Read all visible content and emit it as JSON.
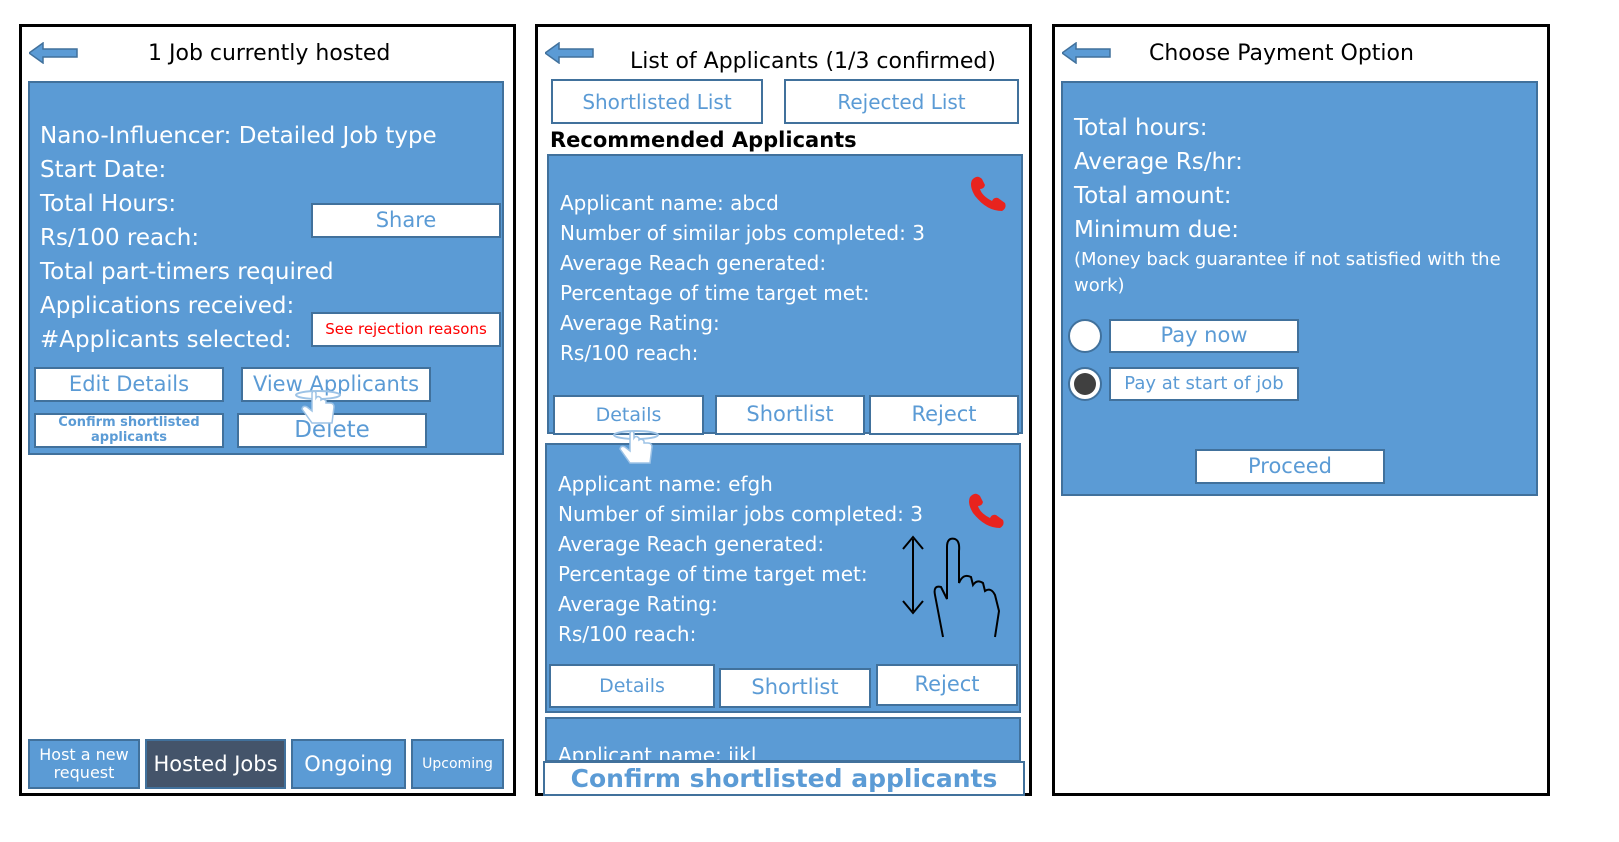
{
  "screen1": {
    "title": "1 Job currently hosted",
    "job_lines": [
      "Nano-Influencer: Detailed Job type",
      "Start Date:",
      "Total Hours:",
      "Rs/100 reach:",
      "Total part-timers required",
      "Applications received:",
      "#Applicants selected:"
    ],
    "share_label": "Share",
    "rejection_label": "See rejection reasons",
    "edit_label": "Edit Details",
    "view_label": "View Applicants",
    "confirm_label": "Confirm shortlisted applicants",
    "delete_label": "Delete",
    "nav": {
      "host_label": "Host a new request",
      "hosted_label": "Hosted Jobs",
      "ongoing_label": "Ongoing",
      "upcoming_label": "Upcoming"
    }
  },
  "screen2": {
    "title": "List of Applicants (1/3 confirmed)",
    "shortlisted_tab": "Shortlisted List",
    "rejected_tab": "Rejected List",
    "section_heading": "Recommended Applicants",
    "applicants": [
      {
        "lines": [
          "Applicant name: abcd",
          "Number of similar jobs completed: 3",
          "Average Reach generated:",
          "Percentage of time target met:",
          "Average Rating:",
          "Rs/100 reach:"
        ],
        "details_label": "Details",
        "shortlist_label": "Shortlist",
        "reject_label": "Reject"
      },
      {
        "lines": [
          "Applicant name: efgh",
          "Number of similar jobs completed: 3",
          "Average Reach generated:",
          "Percentage of time target met:",
          "Average Rating:",
          "Rs/100 reach:"
        ],
        "details_label": "Details",
        "shortlist_label": "Shortlist",
        "reject_label": "Reject"
      },
      {
        "lines": [
          "Applicant name: ijkl"
        ]
      }
    ],
    "confirm_label": "Confirm shortlisted applicants"
  },
  "screen3": {
    "title": "Choose Payment Option",
    "lines": [
      "Total hours:",
      "Average Rs/hr:",
      "Total amount:",
      "Minimum due:"
    ],
    "note": "(Money back guarantee if not satisfied with the work)",
    "pay_now_label": "Pay now",
    "pay_start_label": "Pay at start of job",
    "selected_option": "Pay at start of job",
    "proceed_label": "Proceed"
  },
  "colors": {
    "panel": "#5b9bd5",
    "panel_border": "#41719c",
    "nav_active": "#44546a",
    "alert_red": "#ff0000",
    "phone_red": "#e8231e"
  }
}
